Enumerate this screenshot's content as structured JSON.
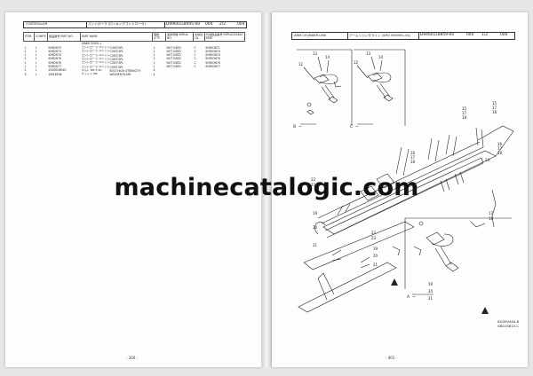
{
  "left_page": {
    "header": {
      "title": "CONTROLLER",
      "subtitle": "コントローラ (ロッキングコントローラ)",
      "catalog_no": "D99601L8005-00",
      "rev": "004",
      "page_of": "2/2",
      "rev2": "004"
    },
    "table": {
      "headers": {
        "item": "ITEM",
        "comp": "COMP'E",
        "part_no": "部品番号 PART NO.",
        "part_name": "PART NAME",
        "qty": "個数 Q'TY",
        "serial": "適用号機 SERIAL NO.",
        "iden": "交換性 I.D.",
        "replaceable": "代替部品番号 REPLACEABLE PART"
      },
      "group": "(SN80 50001-)",
      "rows": [
        {
          "item": "1",
          "comp": "1",
          "part_no": "KHR2670",
          "name_jp": "コントローラ ユニット",
          "part_name": "CONT;SPL",
          "qty": "1",
          "serial": "NOT USED",
          "iden": "C",
          "repl": "KHR03671"
        },
        {
          "item": "1",
          "comp": "1",
          "part_no": "KHR2673",
          "name_jp": "コントローラ ユニット",
          "part_name": "CONT;SPL",
          "qty": "1",
          "serial": "NOT USED",
          "iden": "C",
          "repl": "KHR03674"
        },
        {
          "item": "1",
          "comp": "1",
          "part_no": "KHR2674",
          "name_jp": "コントローラ ユニット",
          "part_name": "CONT;SPL",
          "qty": "1",
          "serial": "NOT USED",
          "iden": "C",
          "repl": "KHR03674"
        },
        {
          "item": "1",
          "comp": "1",
          "part_no": "KHR2676",
          "name_jp": "コントローラ ユニット",
          "part_name": "CONT;SPL",
          "qty": "1",
          "serial": "NOT USED",
          "iden": "C",
          "repl": "KHR03676"
        },
        {
          "item": "1",
          "comp": "1",
          "part_no": "KHR2676",
          "name_jp": "コントローラ ユニット",
          "part_name": "CONT;SPL",
          "qty": "1",
          "serial": "NOT USED",
          "iden": "C",
          "repl": "KHR03676"
        },
        {
          "item": "1",
          "comp": "1",
          "part_no": "KHR2677",
          "name_jp": "コントローラ ユニット",
          "part_name": "CONT;SPL",
          "qty": "1",
          "serial": "NOT USED",
          "iden": "C",
          "repl": "KHR03677"
        },
        {
          "item": "2",
          "comp": "1",
          "part_no": "ZS20E06040",
          "name_jp": "ボルト M6 X 40",
          "part_name": "BOLT;HIGH STRENGTH",
          "qty": "4",
          "serial": "",
          "iden": "",
          "repl": ""
        },
        {
          "item": "3",
          "comp": "1",
          "part_no": "ZW16E06",
          "name_jp": "ワッシャ M6",
          "part_name": "WASHER;PLAIN",
          "qty": "4",
          "serial": "",
          "iden": "",
          "repl": ""
        }
      ]
    },
    "page_number": "- 300 -"
  },
  "right_page": {
    "header": {
      "title": "ARM CYLINDER LINE",
      "subtitle": "アームシリンダライン (SHO SHOVEL-OL)",
      "catalog_no": "D94601L8859-00",
      "rev": "000",
      "page_of": "1/2",
      "rev2": "000"
    },
    "diagram": {
      "detail_b": "B",
      "detail_c": "C",
      "detail_a": "A",
      "labels": [
        "13",
        "14",
        "12",
        "13",
        "14",
        "12",
        "15",
        "17",
        "18",
        "15",
        "17",
        "18",
        "16",
        "17",
        "18",
        "16",
        "17",
        "18",
        "14",
        "22",
        "23",
        "19",
        "20",
        "21",
        "22",
        "23",
        "19",
        "20",
        "21",
        "17",
        "18",
        "19",
        "20",
        "21"
      ]
    },
    "codes": [
      "KG00V444-8",
      "KB01S813-C"
    ],
    "page_number": "- 401 -"
  },
  "watermark": "machinecatalogic.com",
  "colors": {
    "ink": "#222222",
    "paper": "#fdfdfd",
    "background": "#e6e6e6"
  }
}
